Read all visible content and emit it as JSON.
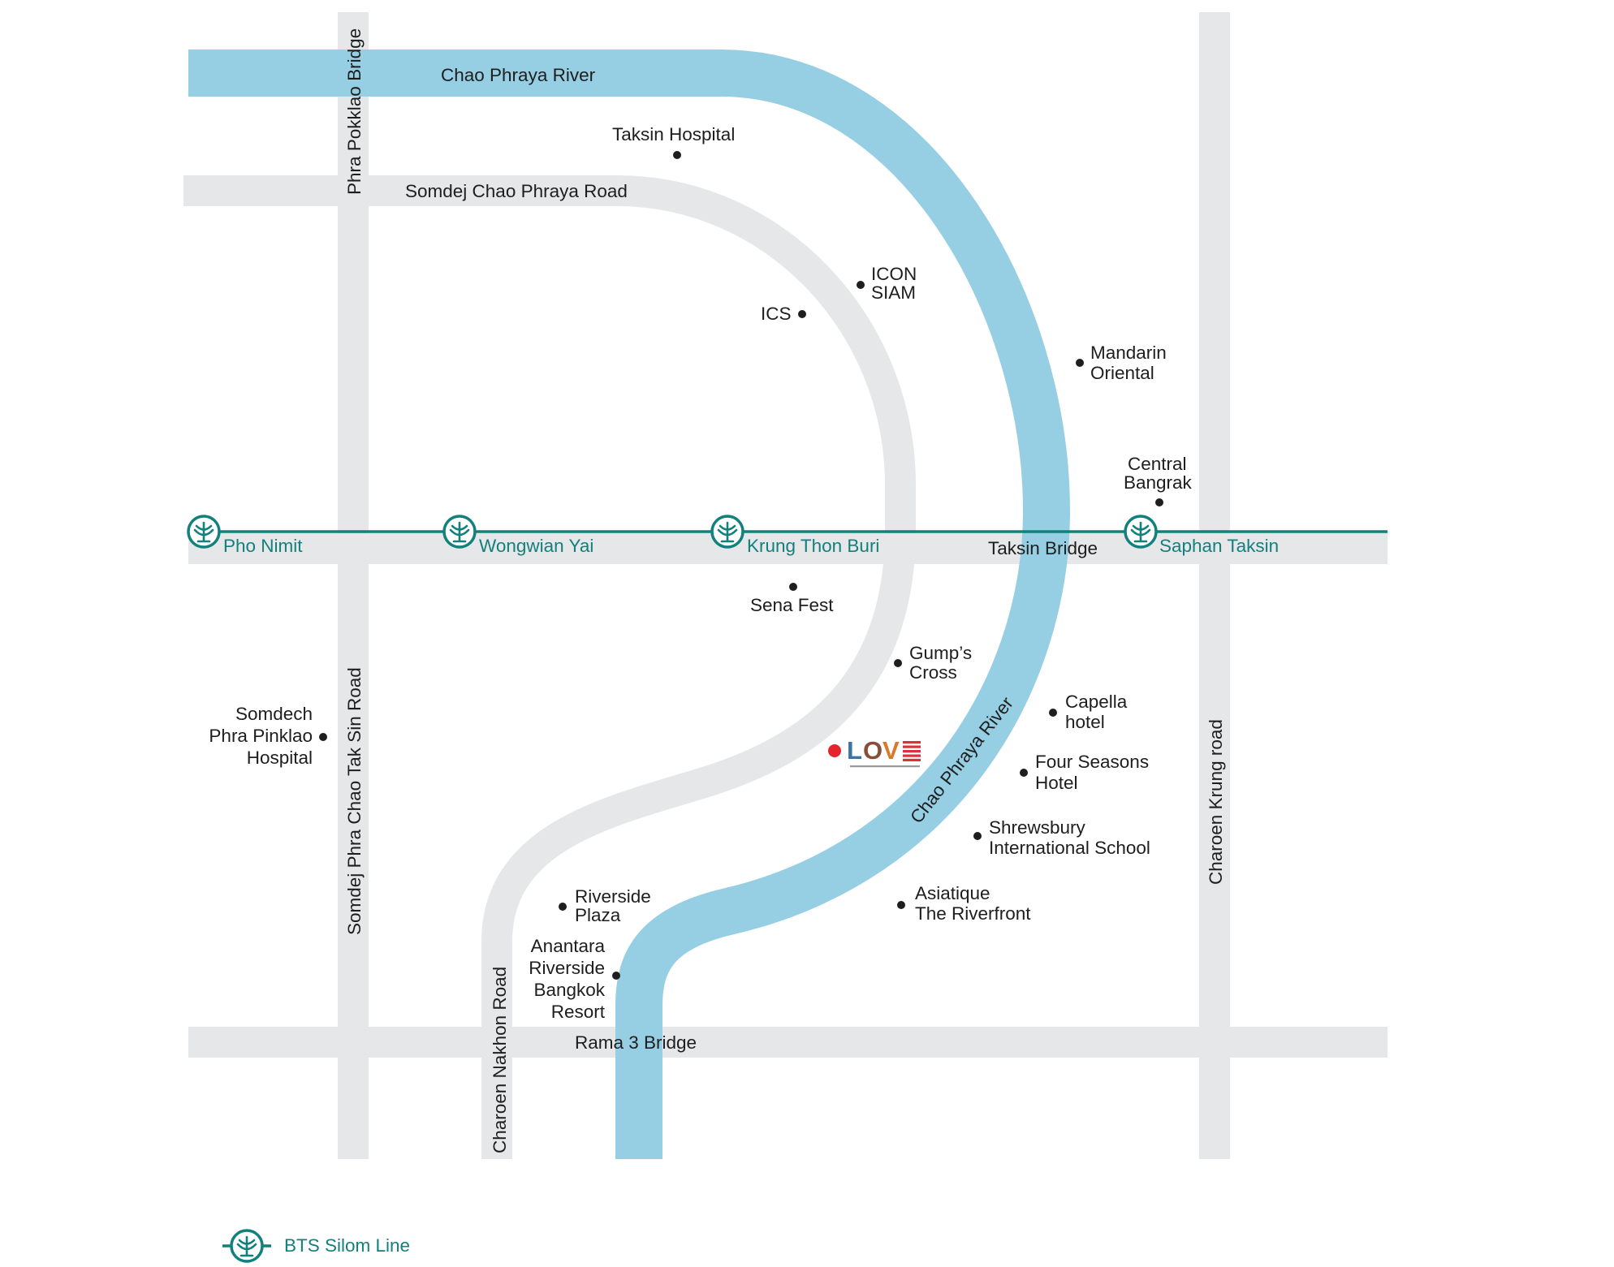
{
  "colors": {
    "river": "#96cfe4",
    "road": "#e6e7e8",
    "bts_line": "#12807c",
    "text": "#1e1e1e",
    "poi_dot": "#1e1e1e",
    "logo_dot": "#e3262c",
    "logo_letters": [
      "#3a73a8",
      "#8a4d3c",
      "#d97a2b",
      "#d8323c"
    ]
  },
  "river": {
    "name": "Chao Phraya River",
    "name_lower": "Chao Phraya River"
  },
  "roads": {
    "phra_pokklao_bridge": "Phra Pokklao Bridge",
    "somdej_chao_phraya_road": "Somdej Chao Phraya Road",
    "somdej_phra_chao_tak_sin_road": "Somdej Phra Chao Tak Sin Road",
    "charoen_nakhon_road": "Charoen Nakhon Road",
    "charoen_krung_road": "Charoen Krung road",
    "rama3_bridge": "Rama 3 Bridge",
    "taksin_bridge": "Taksin Bridge"
  },
  "bts": {
    "line_name": "BTS Silom Line",
    "icon": "bts-logo-icon",
    "stations": [
      {
        "id": "pho-nimit",
        "name": "Pho Nimit"
      },
      {
        "id": "wongwian-yai",
        "name": "Wongwian Yai"
      },
      {
        "id": "krung-thon-buri",
        "name": "Krung Thon Buri"
      },
      {
        "id": "saphan-taksin",
        "name": "Saphan Taksin"
      }
    ]
  },
  "pois": {
    "taksin_hospital": [
      "Taksin Hospital"
    ],
    "icon_siam": [
      "ICON",
      "SIAM"
    ],
    "ics": [
      "ICS"
    ],
    "mandarin_oriental": [
      "Mandarin",
      "Oriental"
    ],
    "central_bangrak": [
      "Central",
      "Bangrak"
    ],
    "sena_fest": [
      "Sena Fest"
    ],
    "gumps_cross": [
      "Gump’s",
      "Cross"
    ],
    "capella_hotel": [
      "Capella",
      "hotel"
    ],
    "four_seasons": [
      "Four Seasons",
      "Hotel"
    ],
    "shrewsbury": [
      "Shrewsbury",
      "International School"
    ],
    "asiatique": [
      "Asiatique",
      "The Riverfront"
    ],
    "riverside_plaza": [
      "Riverside",
      "Plaza"
    ],
    "anantara": [
      "Anantara",
      "Riverside",
      "Bangkok",
      "Resort"
    ],
    "somdech_hospital": [
      "Somdech",
      "Phra Pinklao",
      "Hospital"
    ]
  },
  "project": {
    "logo_text": "LOVE",
    "icon": "project-location-dot-icon"
  },
  "legend": {
    "label": "BTS Silom Line"
  }
}
